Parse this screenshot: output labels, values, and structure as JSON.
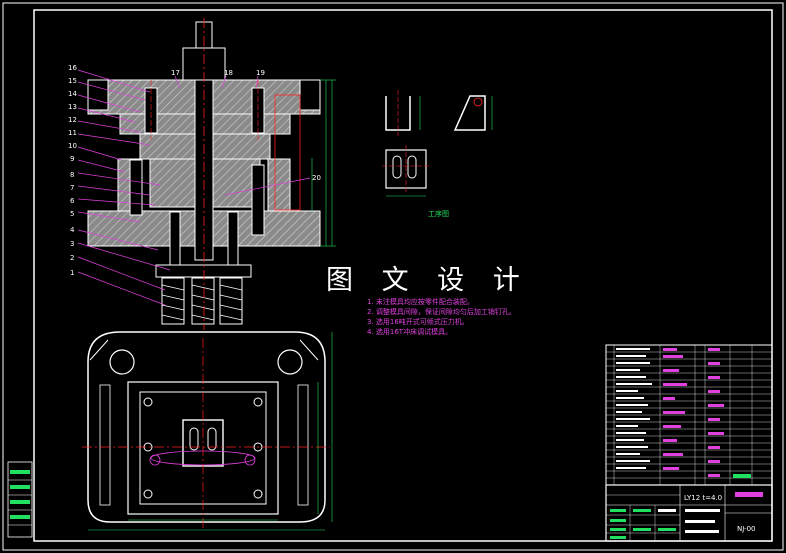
{
  "watermark": "图 文 设 计",
  "callouts_left": [
    "16",
    "15",
    "14",
    "13",
    "12",
    "11",
    "10",
    "9",
    "8",
    "7",
    "6",
    "5",
    "4",
    "3",
    "2",
    "1"
  ],
  "callouts_top": [
    "17",
    "18",
    "19"
  ],
  "callout_right": "20",
  "process_label": "工序图",
  "notes": [
    "1. 未注模具均应按零件配合装配。",
    "2. 调整模具间隙，保证间隙均匀后加工销钉孔。",
    "3. 选用16吨开式可倾式压力机。",
    "4. 选用16T冲床调试模具。"
  ],
  "title_block": {
    "material": "LY12 t=4.0",
    "drawing_no": "NJ-00"
  },
  "colors": {
    "background": "#000000",
    "outline": "#ffffff",
    "section_fill": "#b8b8b8",
    "centerline": "#ff2020",
    "dimension": "#20e060",
    "leader": "#e040e0",
    "hidden": "#ffff40"
  }
}
